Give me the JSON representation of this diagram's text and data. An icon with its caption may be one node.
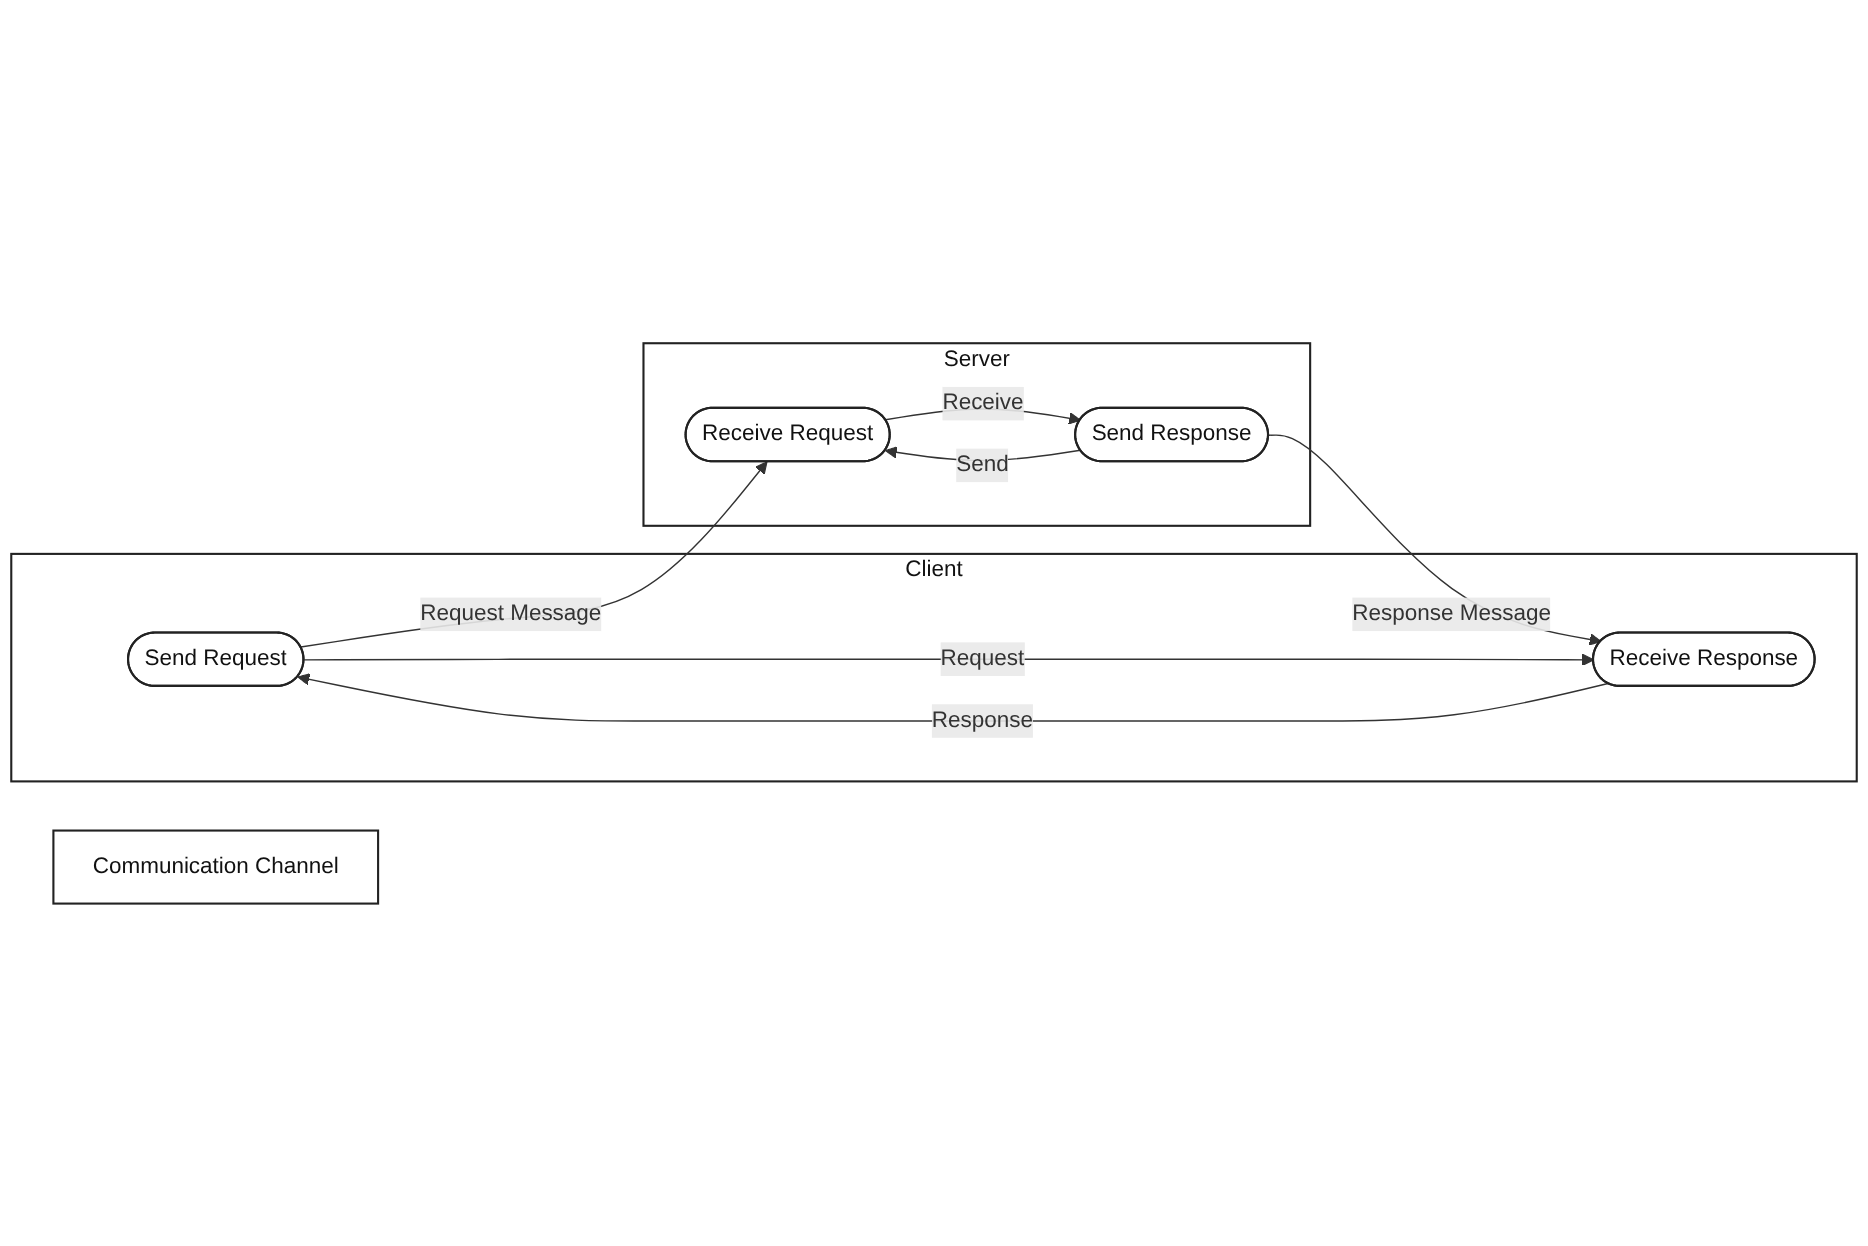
{
  "diagram": {
    "nodes": [
      {
        "text": [
          "Client"
        ]
      },
      {
        "text": [
          "Send Request"
        ],
        "in": 0
      },
      {
        "text": [
          "Receive Response"
        ],
        "in": 0
      },
      {
        "text": [
          "Communication Channel"
        ]
      },
      {
        "text": [
          "Server"
        ]
      },
      {
        "text": [
          "Receive Request"
        ],
        "in": 4
      },
      {
        "text": [
          "Send Response"
        ],
        "in": 4
      }
    ],
    "edges": [
      {
        "from": 1,
        "to": 5,
        "arrow": "to",
        "label": "Request Message"
      },
      {
        "from": 1,
        "to": 2,
        "arrow": "to",
        "label": "Request"
      },
      {
        "from": 2,
        "to": 1,
        "arrow": "to",
        "label": "Response"
      },
      {
        "from": 5,
        "to": 6,
        "arrow": "to",
        "label": "Receive"
      },
      {
        "from": 6,
        "to": 5,
        "arrow": "to",
        "label": "Send"
      },
      {
        "from": 6,
        "to": 2,
        "arrow": "to",
        "label": "Response Message"
      }
    ]
  }
}
